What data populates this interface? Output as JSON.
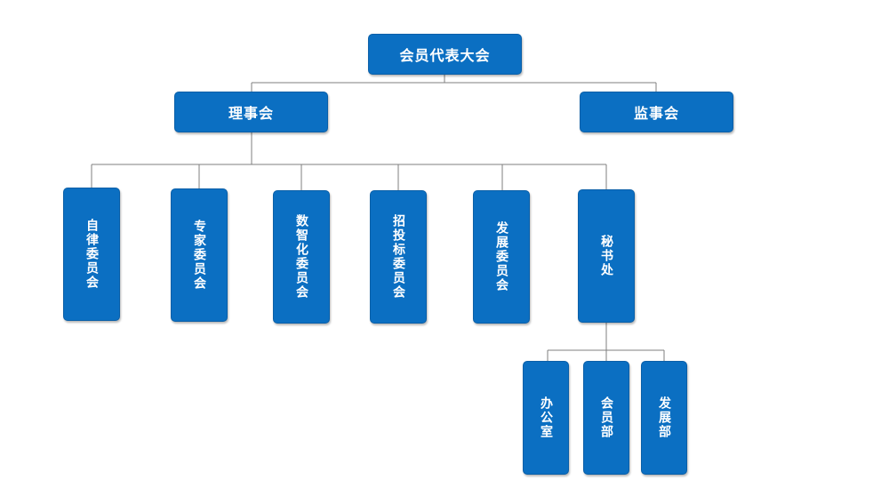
{
  "org_chart": {
    "top": {
      "label": "会员代表大会"
    },
    "level2": [
      {
        "label": "理事会"
      },
      {
        "label": "监事会"
      }
    ],
    "committees": [
      {
        "label": "自律委员会"
      },
      {
        "label": "专家委员会"
      },
      {
        "label": "数智化委员会"
      },
      {
        "label": "招投标委员会"
      },
      {
        "label": "发展委员会"
      },
      {
        "label": "秘书处"
      }
    ],
    "secretariat_departments": [
      {
        "label": "办公室"
      },
      {
        "label": "会员部"
      },
      {
        "label": "发展部"
      }
    ],
    "colors": {
      "node_fill": "#0b6fc2",
      "connector": "#7f7f7f",
      "text": "#ffffff"
    }
  }
}
